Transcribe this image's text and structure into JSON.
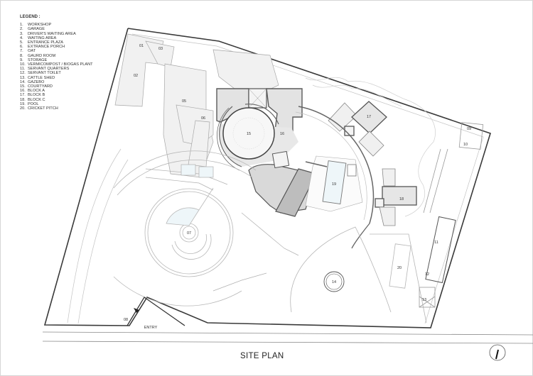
{
  "legend": {
    "title": "LEGEND :",
    "items": [
      {
        "num": "1.",
        "label": "WORKSHOP"
      },
      {
        "num": "2.",
        "label": "GARAGE"
      },
      {
        "num": "3.",
        "label": "DRIVER'S WAITING AREA"
      },
      {
        "num": "4.",
        "label": "WAITING AREA"
      },
      {
        "num": "5.",
        "label": "ENTRANCE PLAZA"
      },
      {
        "num": "6.",
        "label": "EXTRANCE PORCH"
      },
      {
        "num": "7.",
        "label": "OAT"
      },
      {
        "num": "8.",
        "label": "GAURD ROOM"
      },
      {
        "num": "9.",
        "label": "STORAGE"
      },
      {
        "num": "10.",
        "label": "VERMICOMPOST / BIOGAS PLANT"
      },
      {
        "num": "11.",
        "label": "SERVANT QUARTERS"
      },
      {
        "num": "12.",
        "label": "SERVANT TOILET"
      },
      {
        "num": "13.",
        "label": "CATTLE SHED"
      },
      {
        "num": "14.",
        "label": "GAZEBO"
      },
      {
        "num": "15.",
        "label": "COURTYARD"
      },
      {
        "num": "16.",
        "label": "BLOCK A"
      },
      {
        "num": "17.",
        "label": "BLOCK B"
      },
      {
        "num": "18.",
        "label": "BLOCK C"
      },
      {
        "num": "19.",
        "label": "POOL"
      },
      {
        "num": "20.",
        "label": "CRICKET PITCH"
      }
    ]
  },
  "plan": {
    "labels": {
      "l01": "01",
      "l02": "02",
      "l03": "03",
      "l05": "05",
      "l06": "06",
      "l07": "07",
      "l08": "08",
      "l09": "09",
      "l10": "10",
      "l11": "11",
      "l12": "12",
      "l13": "13",
      "l14": "14",
      "l15": "15",
      "l16": "16",
      "l17": "17",
      "l18": "18",
      "l19": "19",
      "l20": "20"
    },
    "entry_label": "ENTRY",
    "colors": {
      "boundary": "#3a3a3a",
      "building_fill": "#e6e6e6",
      "building_stroke": "#555555",
      "dark_fill": "#bdbdbd",
      "pool_fill": "#eef6f9",
      "thin_line": "#b5b5b5"
    }
  },
  "title": "SITE PLAN",
  "north_arrow": {
    "icon": "north-arrow-icon"
  }
}
